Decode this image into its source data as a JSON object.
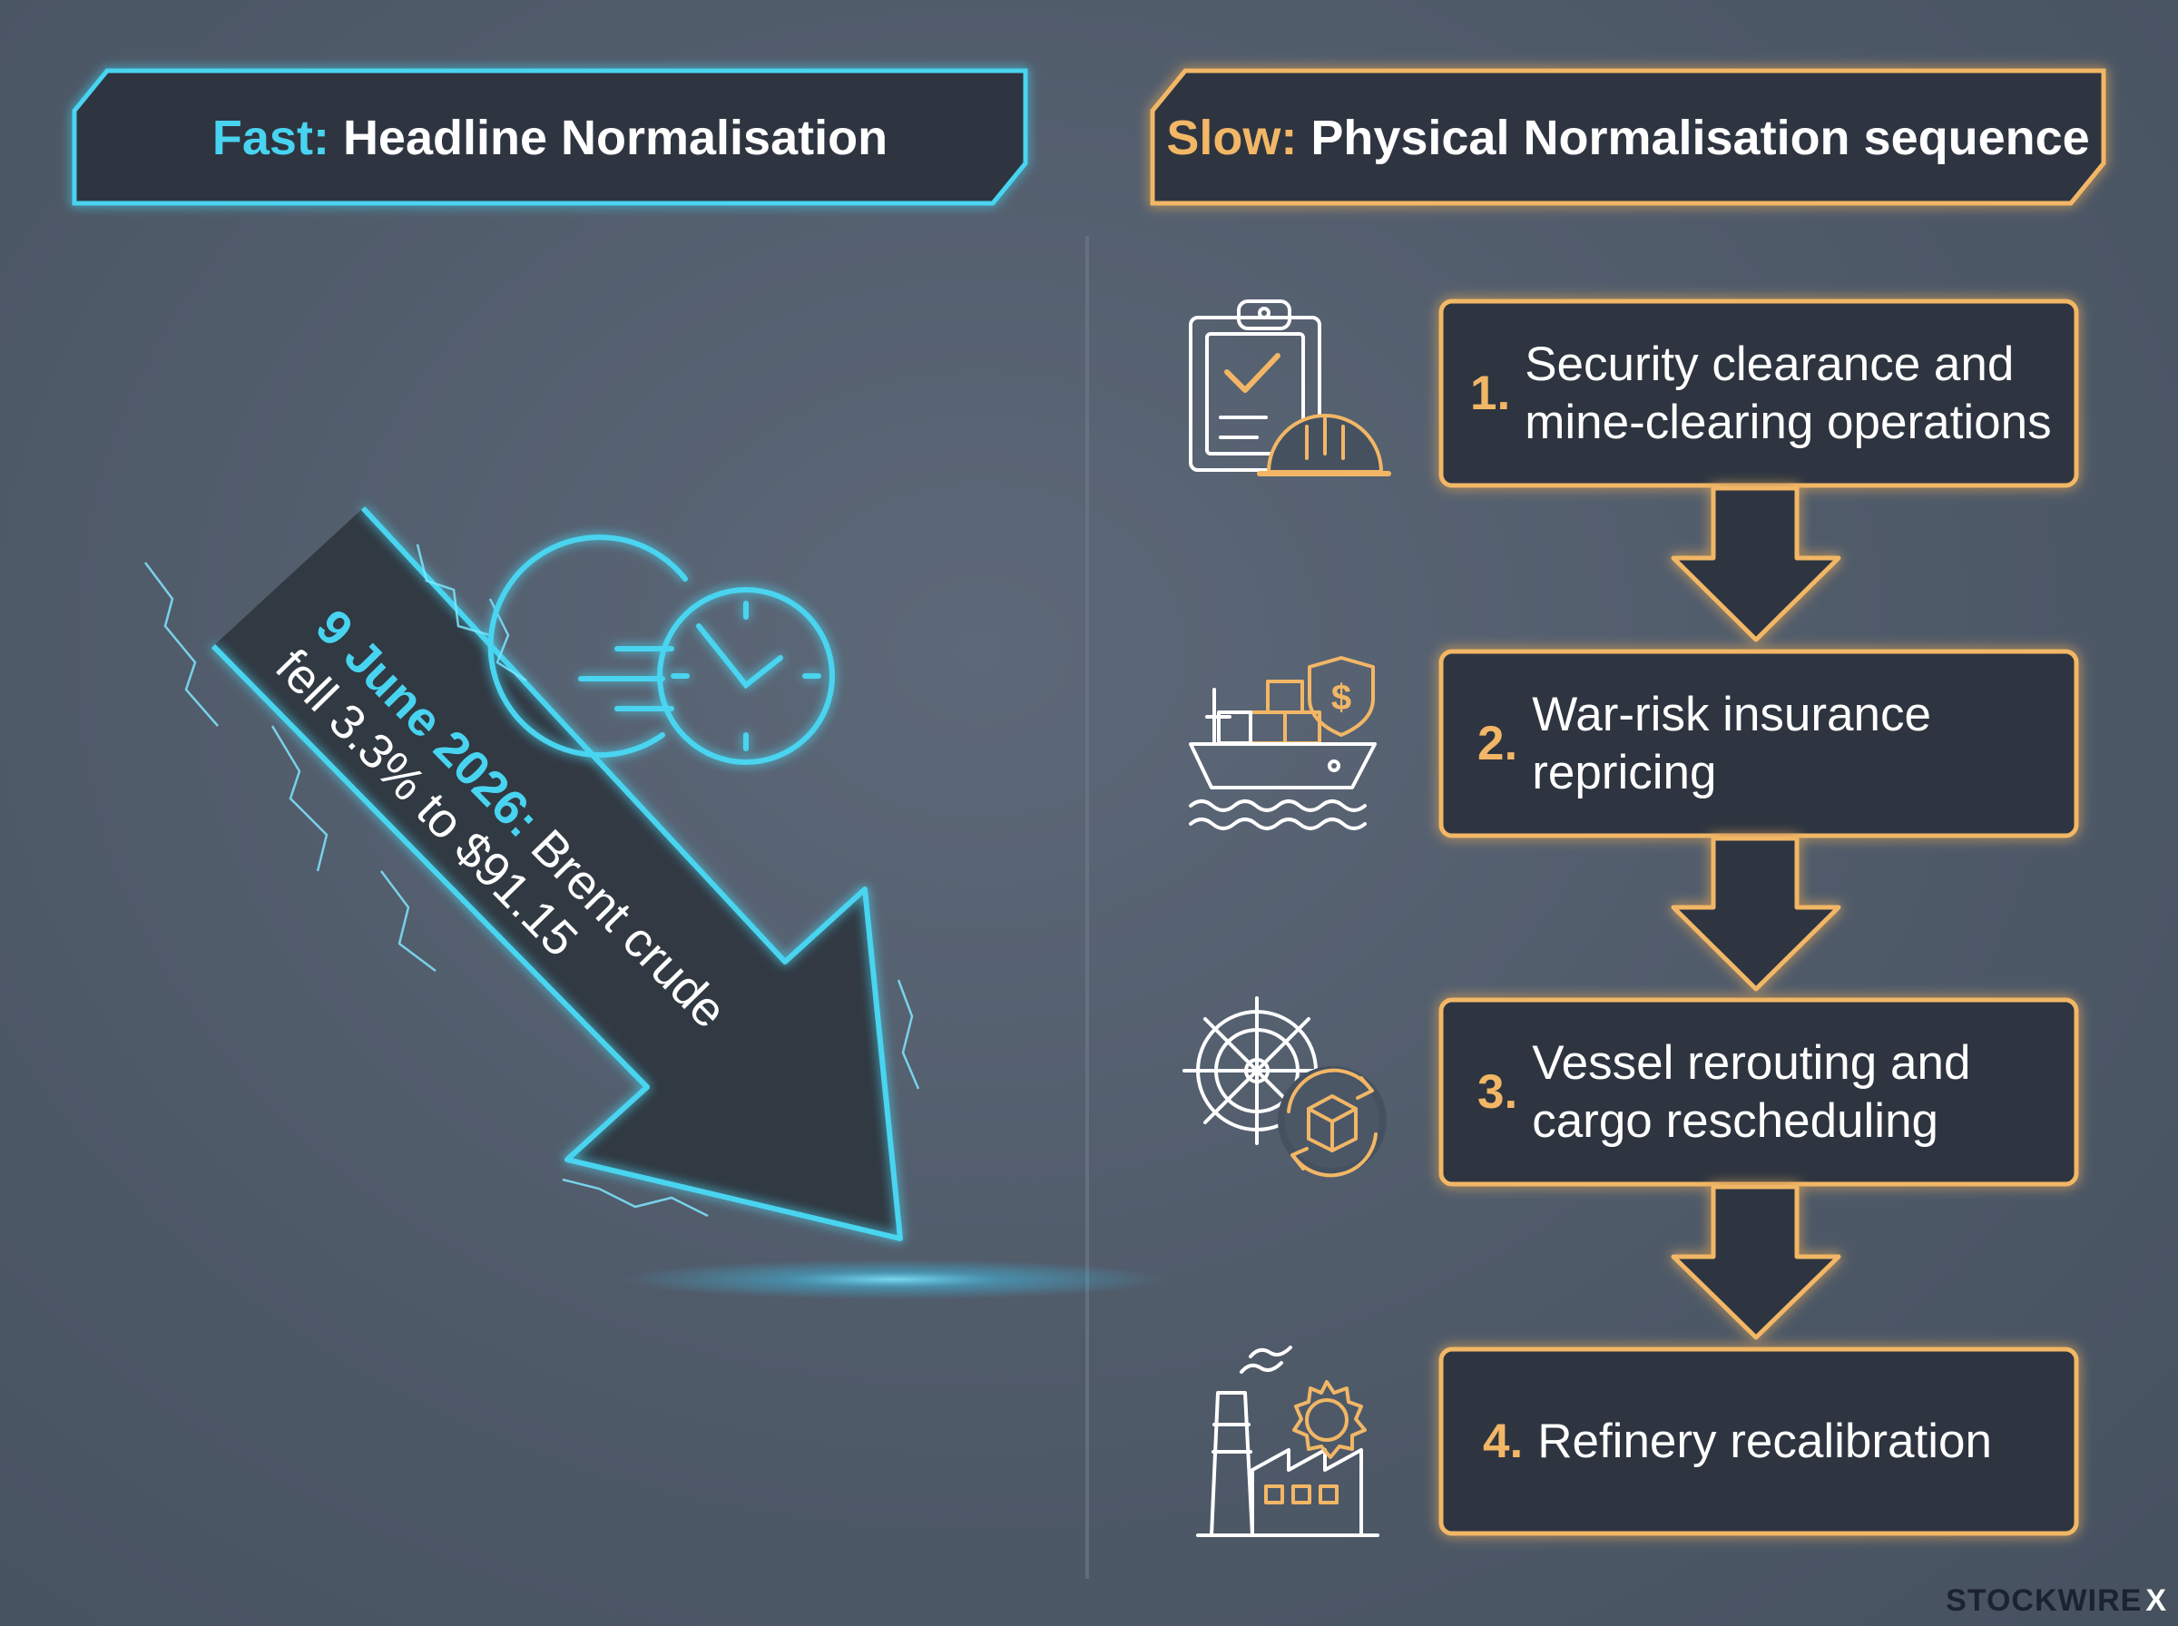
{
  "fast_panel": {
    "header_prefix": "Fast:",
    "header_title": "Headline Normalisation",
    "callout_date": "9 June 2026:",
    "callout_line1": "Brent crude",
    "callout_line2": "fell 3.3% to $91.15",
    "icons": [
      "fast-clock-icon",
      "down-arrow-icon"
    ]
  },
  "slow_panel": {
    "header_prefix": "Slow:",
    "header_title": "Physical Normalisation sequence",
    "steps": [
      {
        "num": "1.",
        "label": "Security clearance and mine-clearing operations",
        "icon": "clipboard-hardhat-icon"
      },
      {
        "num": "2.",
        "label": "War-risk insurance repricing",
        "icon": "cargo-ship-insurance-icon"
      },
      {
        "num": "3.",
        "label": "Vessel rerouting and cargo rescheduling",
        "icon": "ship-wheel-cargo-icon"
      },
      {
        "num": "4.",
        "label": "Refinery recalibration",
        "icon": "refinery-icon"
      }
    ]
  },
  "brand": {
    "name": "STOCKWIRE",
    "mark": "X"
  },
  "colors": {
    "background": "#56616f",
    "cyan_accent": "#48d4f0",
    "amber_accent": "#f2b766",
    "box_fill": "#323a46",
    "text": "#ffffff"
  }
}
